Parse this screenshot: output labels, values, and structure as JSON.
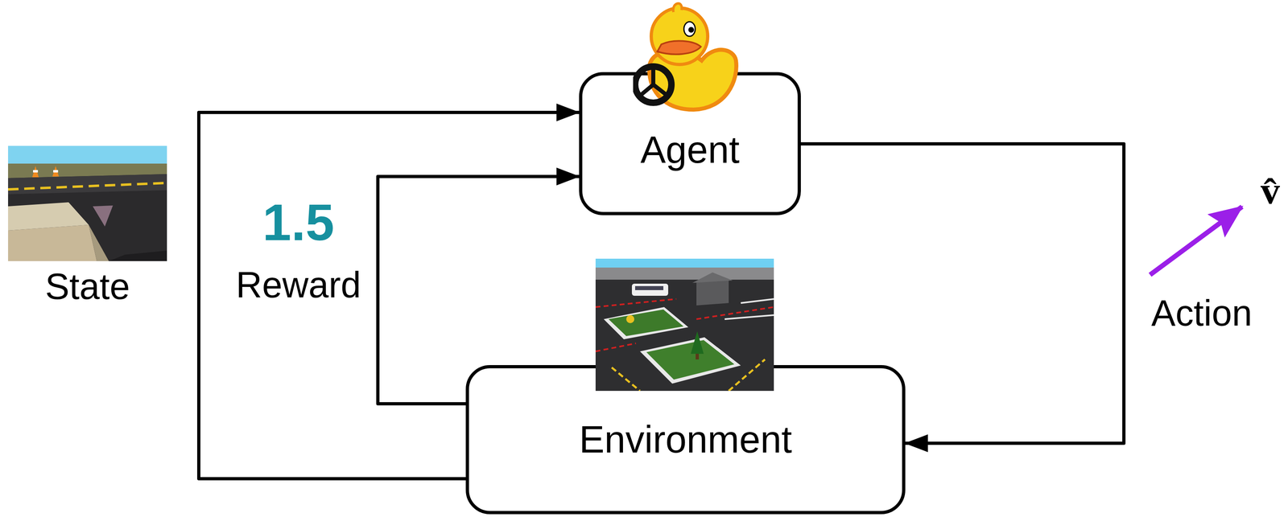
{
  "diagram": {
    "nodes": [
      {
        "text": [
          "Agent"
        ]
      },
      {
        "text": [
          "Environment"
        ]
      }
    ],
    "edges": [
      {
        "from": 1,
        "to": 0,
        "arrow": "to"
      },
      {
        "from": 1,
        "to": 0,
        "arrow": "to"
      },
      {
        "from": 0,
        "to": 1,
        "arrow": "to"
      }
    ],
    "labels": [
      "State",
      "1.5",
      "Reward",
      "Action",
      "v̂"
    ]
  }
}
